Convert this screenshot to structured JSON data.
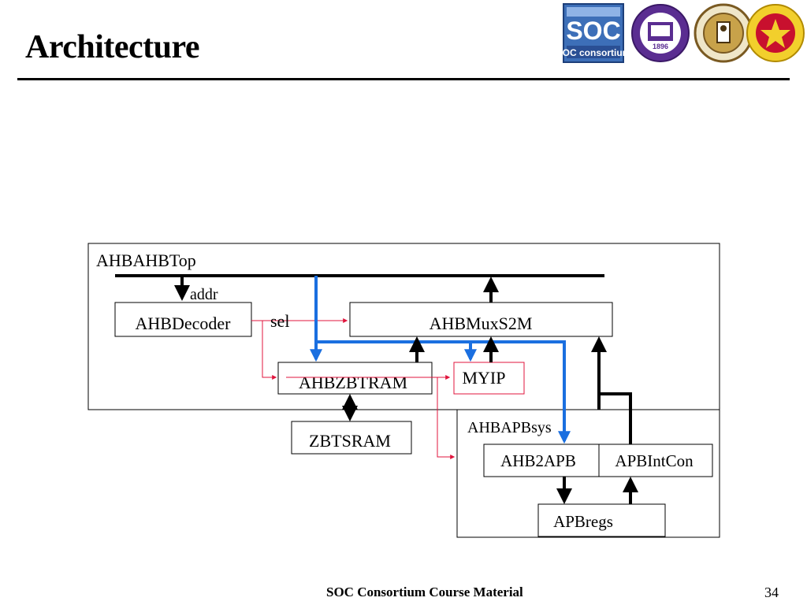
{
  "slide": {
    "title": "Architecture",
    "footer": "SOC Consortium Course Material",
    "page_number": "34"
  },
  "logos": [
    {
      "name": "soc-consortium-logo",
      "text": "SOC consortium"
    },
    {
      "name": "university-seal-purple",
      "text": "1896"
    },
    {
      "name": "university-seal-brown",
      "text": ""
    },
    {
      "name": "university-seal-red",
      "text": ""
    }
  ],
  "diagram": {
    "groups": {
      "top": "AHBAHBTop",
      "apbsys": "AHBAPBsys"
    },
    "blocks": {
      "decoder": "AHBDecoder",
      "mux": "AHBMuxS2M",
      "zbtram": "AHBZBTRAM",
      "myip": "MYIP",
      "zbtsram": "ZBTSRAM",
      "ahb2apb": "AHB2APB",
      "apbintcon": "APBIntCon",
      "apbregs": "APBregs"
    },
    "signals": {
      "addr": "addr",
      "sel": "sel"
    },
    "colors": {
      "bus": "#000000",
      "select_path": "#e0143c",
      "data_path": "#1a6fe0",
      "myip_border": "#e0143c"
    }
  }
}
